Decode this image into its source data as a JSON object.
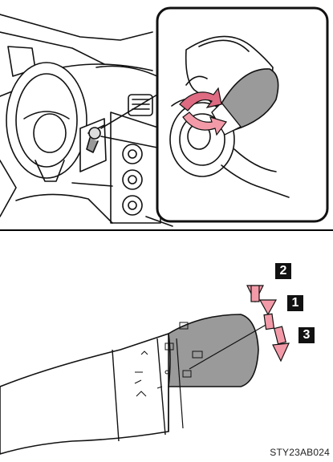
{
  "labels": {
    "up_primary": "1",
    "up_secondary": "2",
    "down": "3"
  },
  "image_id": "STY23AB024",
  "colors": {
    "line": "#111111",
    "stalk_gray": "#9a9a9a",
    "arrow_pink": "#f39aa8",
    "arrow_red": "#de6b82"
  }
}
